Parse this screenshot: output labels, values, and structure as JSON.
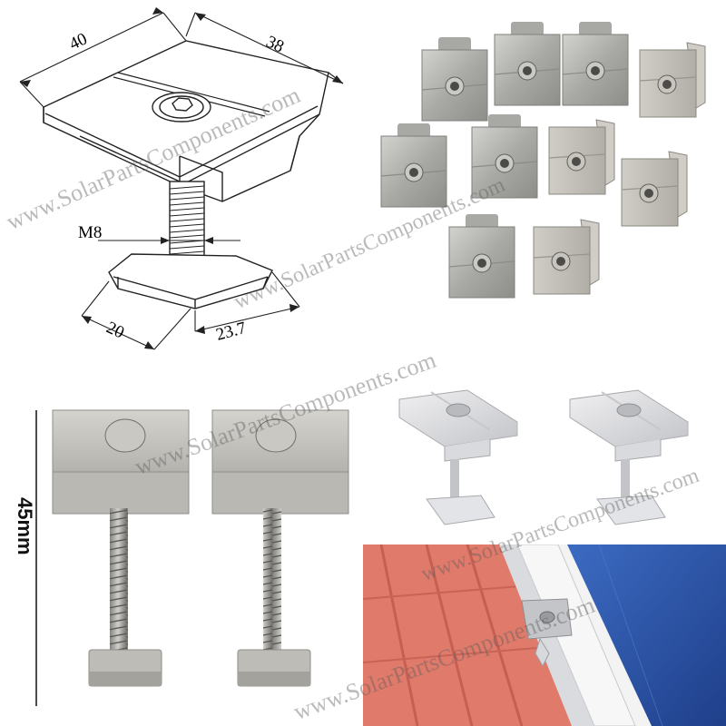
{
  "drawing": {
    "dimensions": {
      "width_top": "40",
      "depth_top": "38",
      "bolt": "M8",
      "nut_width": "20",
      "nut_depth": "23.7"
    }
  },
  "photo": {
    "height_label": "45mm"
  },
  "watermark": {
    "text": "www.SolarPartsComponents.com"
  },
  "colors": {
    "aluminum": "#b9b9b6",
    "roof_tile": "#e2786b",
    "solar_panel": "#2d57a8"
  }
}
